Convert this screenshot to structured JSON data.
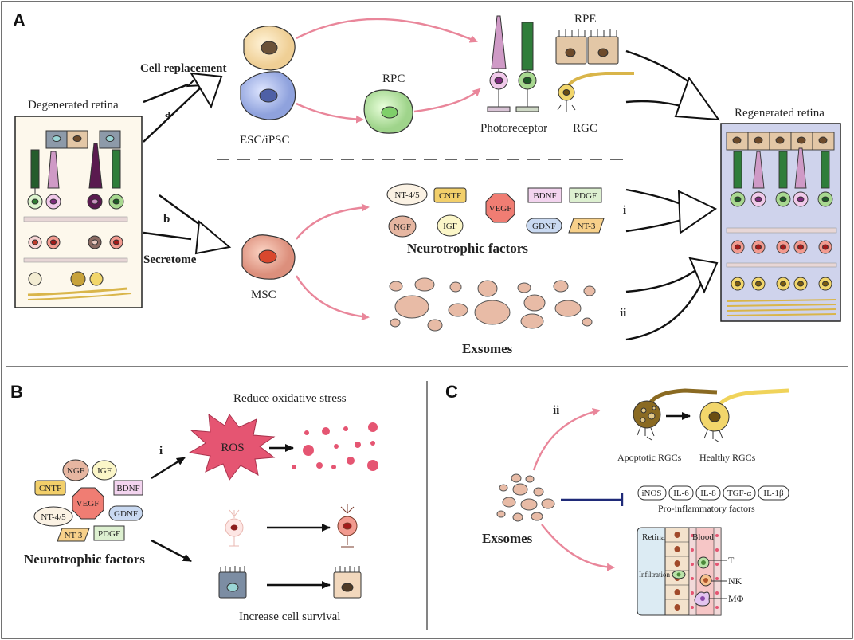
{
  "panels": {
    "A": "A",
    "B": "B",
    "C": "C"
  },
  "panelA": {
    "degenerated_label": "Degenerated retina",
    "regenerated_label": "Regenerated retina",
    "cell_replacement": "Cell replacement",
    "secretome": "Secretome",
    "path_a": "a",
    "path_b": "b",
    "esc_label": "ESC/iPSC",
    "rpc_label": "RPC",
    "rpe_label": "RPE",
    "photoreceptor_label": "Photoreceptor",
    "rgc_label": "RGC",
    "msc_label": "MSC",
    "route_i": "i",
    "route_ii": "ii",
    "neurotrophic_title": "Neurotrophic factors",
    "exosomes_title": "Exsomes",
    "factors": {
      "nt45": "NT-4/5",
      "cntf": "CNTF",
      "vegf": "VEGF",
      "bdnf": "BDNF",
      "pdgf": "PDGF",
      "ngf": "NGF",
      "igf": "IGF",
      "gdnf": "GDNF",
      "nt3": "NT-3"
    }
  },
  "panelB": {
    "route_i": "i",
    "reduce_label": "Reduce oxidative stress",
    "ros_label": "ROS",
    "increase_label": "Increase cell survival",
    "neurotrophic_title": "Neurotrophic factors",
    "factors": {
      "ngf": "NGF",
      "igf": "IGF",
      "cntf": "CNTF",
      "bdnf": "BDNF",
      "vegf": "VEGF",
      "gdnf": "GDNF",
      "nt45": "NT-4/5",
      "nt3": "NT-3",
      "pdgf": "PDGF"
    }
  },
  "panelC": {
    "route_ii": "ii",
    "exosomes_title": "Exsomes",
    "apoptotic_label": "Apoptotic RGCs",
    "healthy_label": "Healthy RGCs",
    "inflam_factors": [
      "iNOS",
      "IL-6",
      "IL-8",
      "TGF-α",
      "IL-1β"
    ],
    "proinflam_label": "Pro-inflammatory factors",
    "retina_label": "Retina",
    "blood_label": "Blood",
    "infiltration_label": "Infiltration",
    "t_label": "T",
    "nk_label": "NK",
    "mphi_label": "MΦ"
  },
  "colors": {
    "pink_arrow": "#e9869a",
    "degenerated_bg": "#fdf8ec",
    "regenerated_bg": "#cfd3ec",
    "exosome": "#e8bba6",
    "ros": "#e55572",
    "inhibit_line": "#1f2a78"
  }
}
